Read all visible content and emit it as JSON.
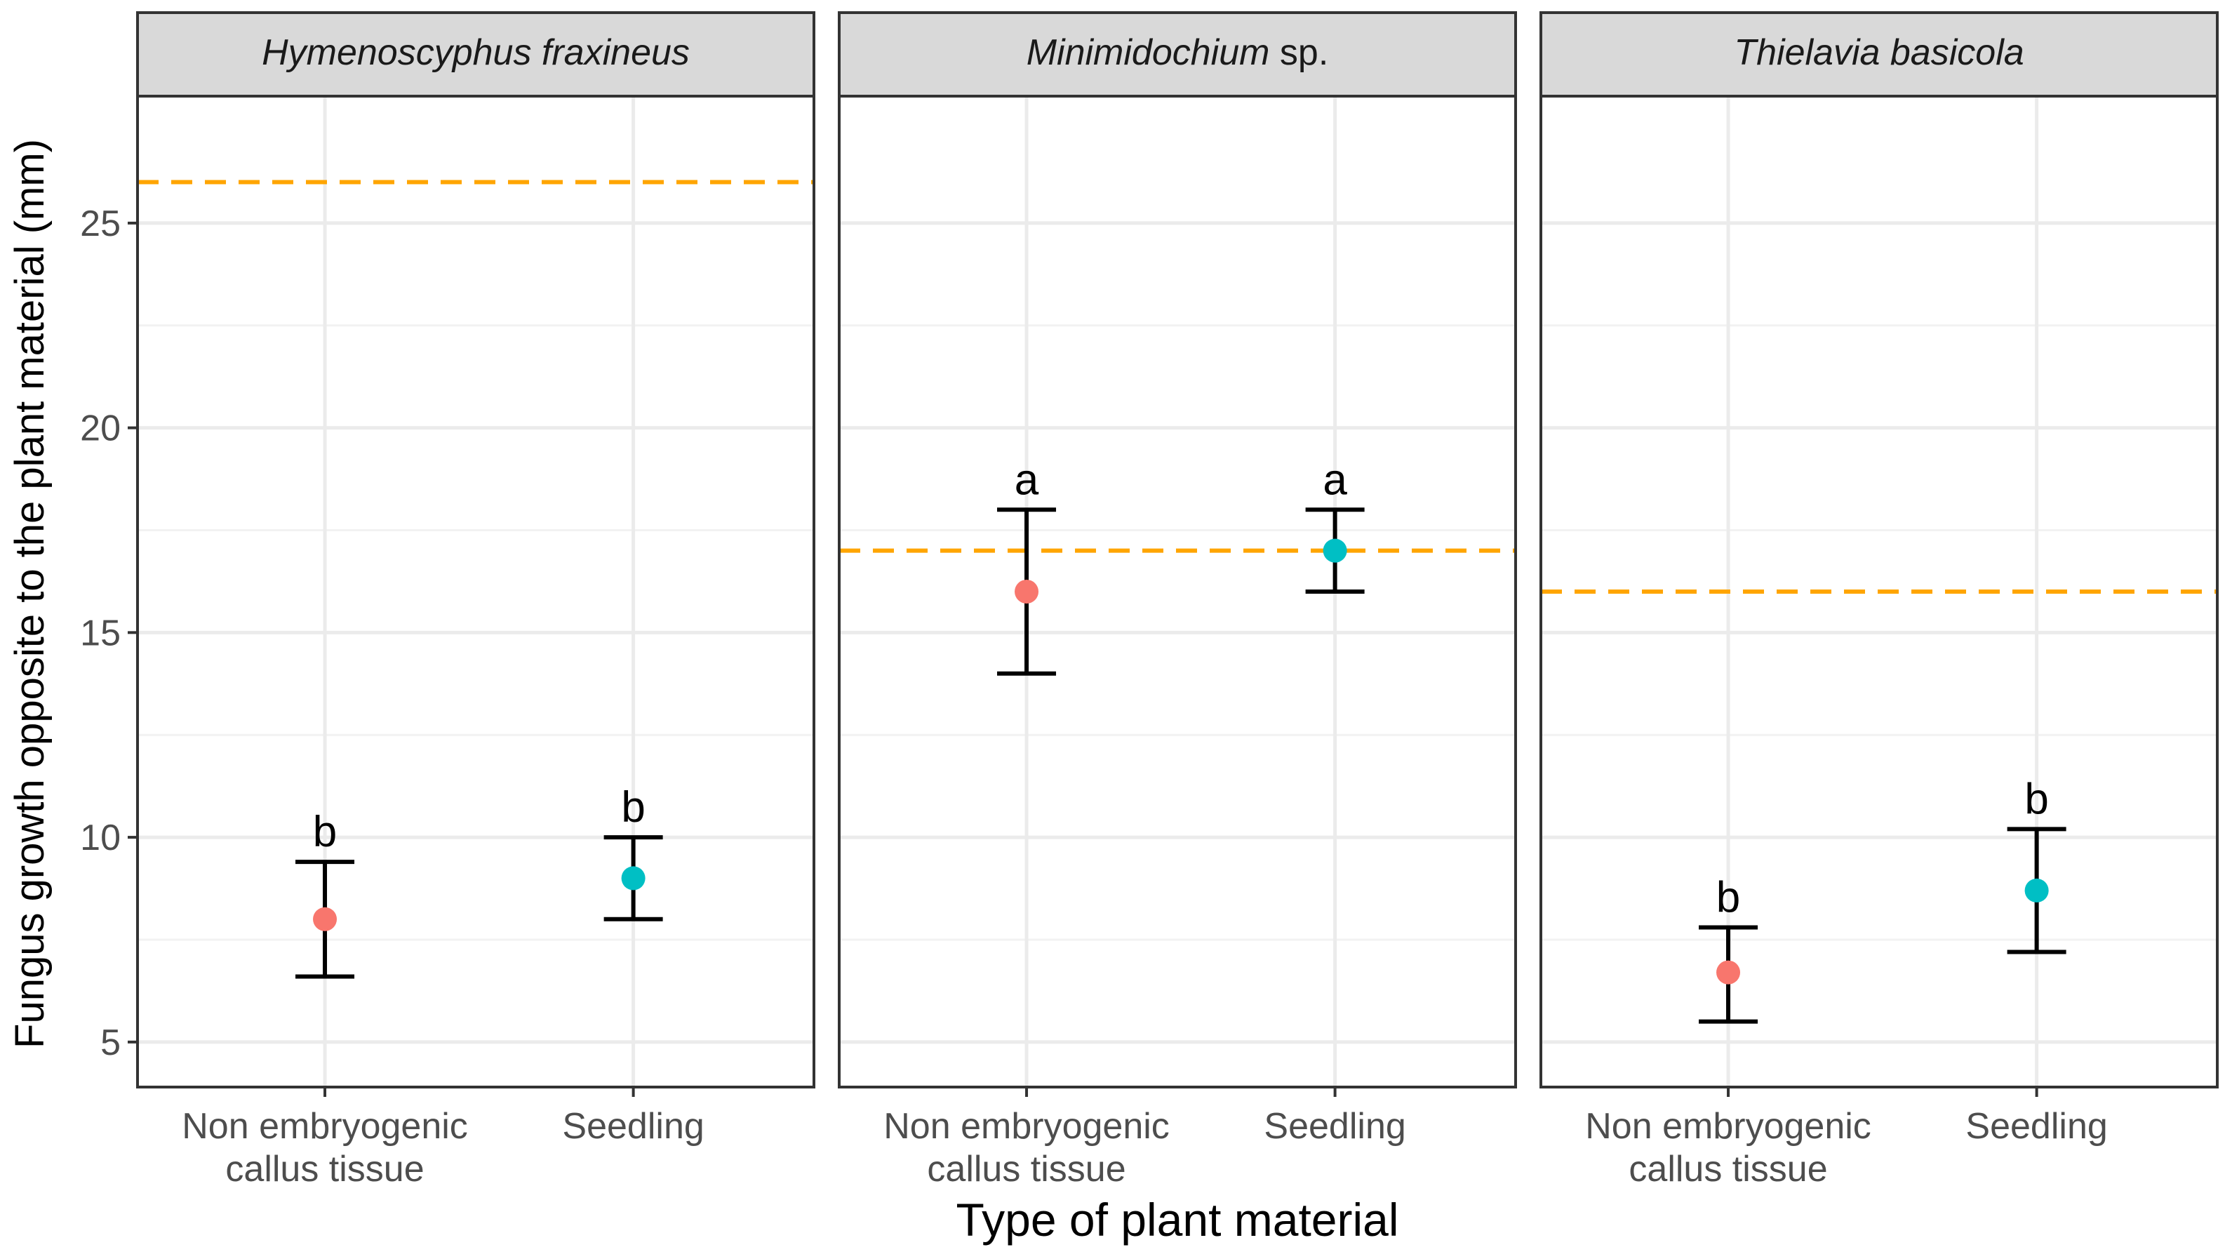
{
  "chart_data": {
    "type": "scatter",
    "xlabel": "Type of plant material",
    "ylabel": "Fungus growth opposite to the plant material (mm)",
    "ylim": [
      3.9,
      28.1
    ],
    "yticks": [
      5,
      10,
      15,
      20,
      25
    ],
    "grid": true,
    "categories": [
      {
        "line1": "Non embryogenic",
        "line2": "callus tissue"
      },
      {
        "line1": "Seedling",
        "line2": ""
      }
    ],
    "colors": {
      "non_embryogenic": "#f8766d",
      "seedling": "#00bfc4",
      "reference_line": "#ffa500",
      "strip": "#d9d9d9"
    },
    "panels": [
      {
        "italic": "Hymenoscyphus fraxineus",
        "plain": "",
        "reference": 26,
        "points": [
          {
            "mean": 8.0,
            "lower": 6.6,
            "upper": 9.4,
            "letter": "b"
          },
          {
            "mean": 9.0,
            "lower": 8.0,
            "upper": 10.0,
            "letter": "b"
          }
        ]
      },
      {
        "italic": "Minimidochium",
        "plain": " sp.",
        "reference": 17,
        "points": [
          {
            "mean": 16.0,
            "lower": 14.0,
            "upper": 18.0,
            "letter": "a"
          },
          {
            "mean": 17.0,
            "lower": 16.0,
            "upper": 18.0,
            "letter": "a"
          }
        ]
      },
      {
        "italic": "Thielavia basicola",
        "plain": "",
        "reference": 16,
        "points": [
          {
            "mean": 6.7,
            "lower": 5.5,
            "upper": 7.8,
            "letter": "b"
          },
          {
            "mean": 8.7,
            "lower": 7.2,
            "upper": 10.2,
            "letter": "b"
          }
        ]
      }
    ]
  }
}
